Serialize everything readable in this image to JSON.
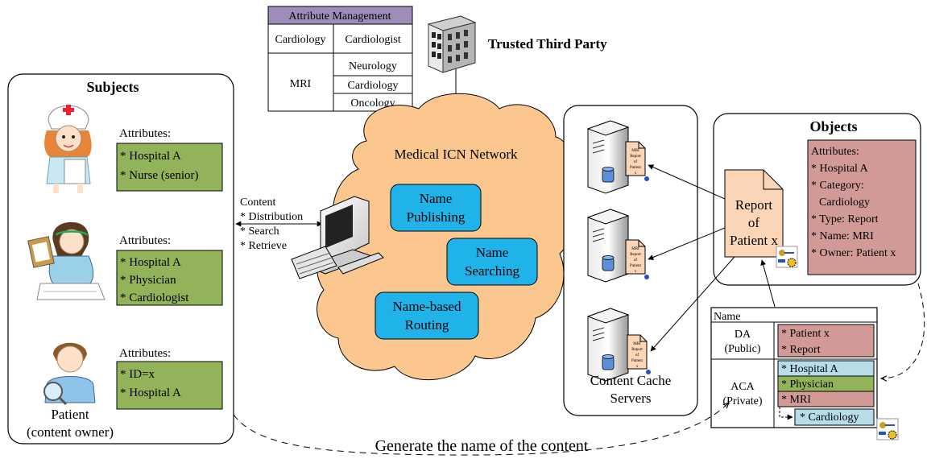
{
  "attribute_management": {
    "title": "Attribute Management",
    "rows": [
      {
        "attribute": "Cardiology",
        "values": [
          "Cardiologist"
        ]
      },
      {
        "attribute": "MRI",
        "values": [
          "Neurology",
          "Cardiology",
          "Oncology"
        ]
      }
    ]
  },
  "ttp": {
    "label": "Trusted Third Party"
  },
  "subjects": {
    "title": "Subjects",
    "people": [
      {
        "attr_title": "Attributes:",
        "attrs": [
          "* Hospital A",
          "* Nurse (senior)"
        ]
      },
      {
        "attr_title": "Attributes:",
        "attrs": [
          "* Hospital A",
          "* Physician",
          "* Cardiologist"
        ]
      },
      {
        "attr_title": "Attributes:",
        "attrs": [
          "* ID=x",
          "* Hospital A"
        ],
        "caption_lines": [
          "Patient",
          "(content owner)"
        ]
      }
    ]
  },
  "content_ops": {
    "lines": [
      "Content",
      "* Distribution",
      "* Search",
      "* Retrieve"
    ]
  },
  "network": {
    "title": "Medical ICN Network",
    "functions": [
      {
        "lines": [
          "Name",
          "Publishing"
        ]
      },
      {
        "lines": [
          "Name",
          "Searching"
        ]
      },
      {
        "lines": [
          "Name-based",
          "Routing"
        ]
      }
    ]
  },
  "cache": {
    "label_lines": [
      "Content Cache",
      "Servers"
    ],
    "doc_lines": [
      "MRI",
      "Report",
      "of",
      "Patient",
      "x"
    ]
  },
  "objects": {
    "title": "Objects",
    "attrs": [
      "Attributes:",
      "* Hospital A",
      "* Category:",
      "Cardiology",
      "* Type: Report",
      "* Name: MRI",
      "* Owner: Patient x"
    ]
  },
  "report": {
    "lines": [
      "Report",
      "of",
      "Patient x"
    ]
  },
  "name_table": {
    "header": "Name",
    "da": {
      "label_lines": [
        "DA",
        "(Public)"
      ],
      "items": [
        "* Patient x",
        "* Report"
      ]
    },
    "aca": {
      "label_lines": [
        "ACA",
        "(Private)"
      ],
      "items": [
        "* Hospital A",
        "* Physician",
        "* MRI"
      ],
      "sub_item": "* Cardiology"
    }
  },
  "bottom_label": "Generate the name of the content",
  "colors": {
    "purple_header": "#9f8cb8",
    "subject_attr_green": "#93b35a",
    "object_attr_red": "#d29a96",
    "report_doc_peach": "#fbd5b5",
    "network_cloud_orange": "#fbc78e",
    "function_box_blue": "#1fb3ea",
    "aca_blue": "#b7dde8",
    "aca_green": "#93b35a"
  },
  "icons": [
    "building-icon",
    "nurse-icon",
    "physician-icon",
    "patient-icon",
    "computer-icon",
    "server-icon",
    "document-icon",
    "key-gear-icon"
  ]
}
